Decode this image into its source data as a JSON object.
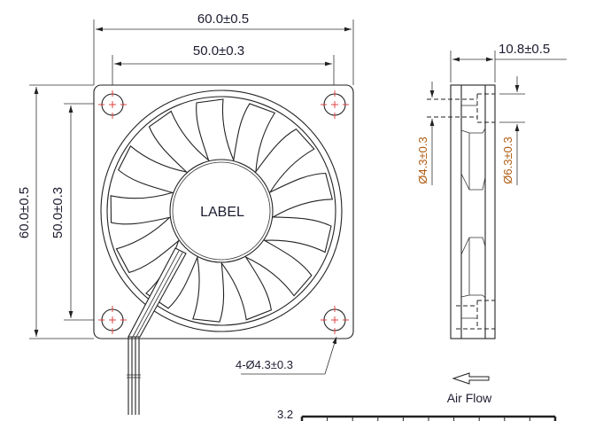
{
  "front_view": {
    "overall_width": "60.0±0.5",
    "hole_spacing_width": "50.0±0.3",
    "overall_height": "60.0±0.5",
    "hole_spacing_height": "50.0±0.3",
    "hub_label": "LABEL",
    "mounting_holes": "4-Ø4.3±0.3"
  },
  "side_view": {
    "thickness": "10.8±0.5",
    "inner_hole": "Ø4.3±0.3",
    "outer_hole": "Ø6.3±0.3"
  },
  "air_flow": {
    "label": "Air Flow",
    "direction": "left"
  },
  "scale": {
    "label": "3.2",
    "divisions": 10
  },
  "colors": {
    "line": "#222222",
    "centerline": "#e03030",
    "dimension_text": "#1c1c30",
    "hole_text": "#b05a10"
  }
}
